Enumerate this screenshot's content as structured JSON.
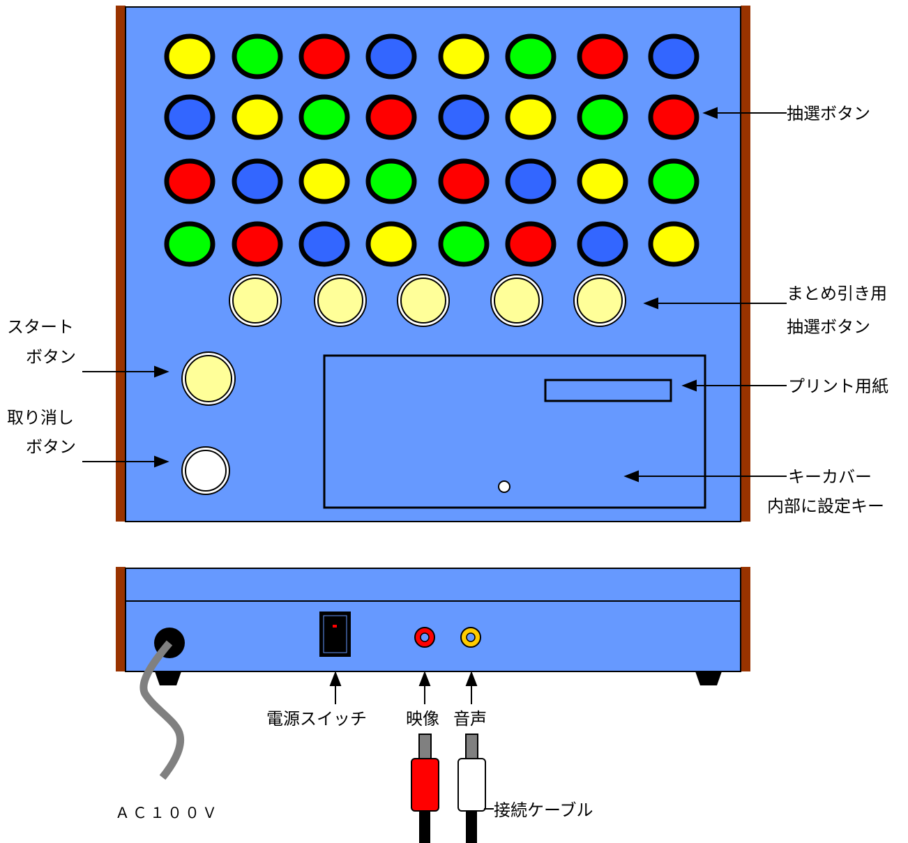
{
  "colors": {
    "panel": "#6699ff",
    "wood": "#993300",
    "yellow": "#ffff00",
    "green": "#00ff00",
    "red": "#ff0000",
    "blue": "#3366ff",
    "pale_yellow": "#ffff99",
    "white": "#ffffff",
    "cable_gray": "#808080",
    "rca_video": "#ff0000",
    "rca_audio": "#ffcc00"
  },
  "lottery_buttons": [
    [
      "yellow",
      "green",
      "red",
      "blue",
      "yellow",
      "green",
      "red",
      "blue"
    ],
    [
      "blue",
      "yellow",
      "green",
      "red",
      "blue",
      "yellow",
      "green",
      "red"
    ],
    [
      "red",
      "blue",
      "yellow",
      "green",
      "red",
      "blue",
      "yellow",
      "green"
    ],
    [
      "green",
      "red",
      "blue",
      "yellow",
      "green",
      "red",
      "blue",
      "yellow"
    ]
  ],
  "bulk_button_count": 5,
  "labels": {
    "lottery_button": "抽選ボタン",
    "bulk_line1": "まとめ引き用",
    "bulk_line2": "抽選ボタン",
    "start_line1": "スタート",
    "start_line2": "ボタン",
    "cancel_line1": "取り消し",
    "cancel_line2": "ボタン",
    "print_paper": "プリント用紙",
    "key_cover_line1": "キーカバー",
    "key_cover_line2": "内部に設定キー",
    "power_switch": "電源スイッチ",
    "video": "映像",
    "audio": "音声",
    "ac": "ＡＣ１００Ｖ",
    "cable": "接続ケーブル"
  }
}
